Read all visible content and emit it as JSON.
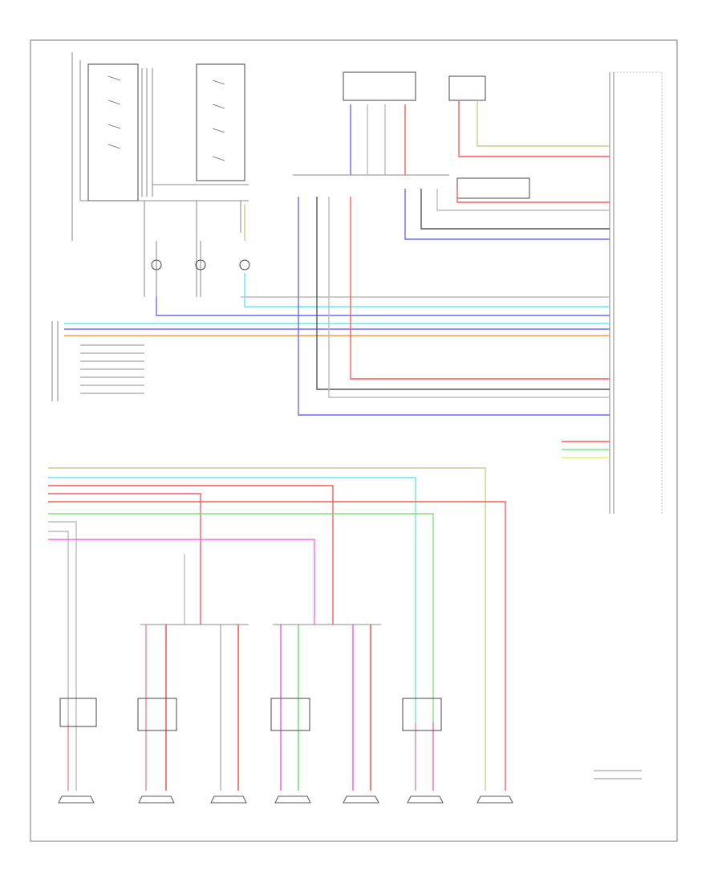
{
  "diagram": {
    "colors": {
      "blue": "#6a6aff",
      "cyan": "#66e8ee",
      "orange": "#ff9a3c",
      "red": "#ff5a5a",
      "pink": "#ff8fa6",
      "green": "#7fe07f",
      "magenta": "#ff66ee",
      "tan": "#d9c48a",
      "gray": "#555555",
      "lightgray": "#bbbbbb",
      "yellow": "#eeee66"
    },
    "speakers": [
      {
        "id": "spk1"
      },
      {
        "id": "spk2"
      },
      {
        "id": "spk3"
      },
      {
        "id": "spk4"
      },
      {
        "id": "spk5"
      },
      {
        "id": "spk6"
      },
      {
        "id": "spk7"
      }
    ],
    "footer": {
      "page_marker": ""
    }
  }
}
